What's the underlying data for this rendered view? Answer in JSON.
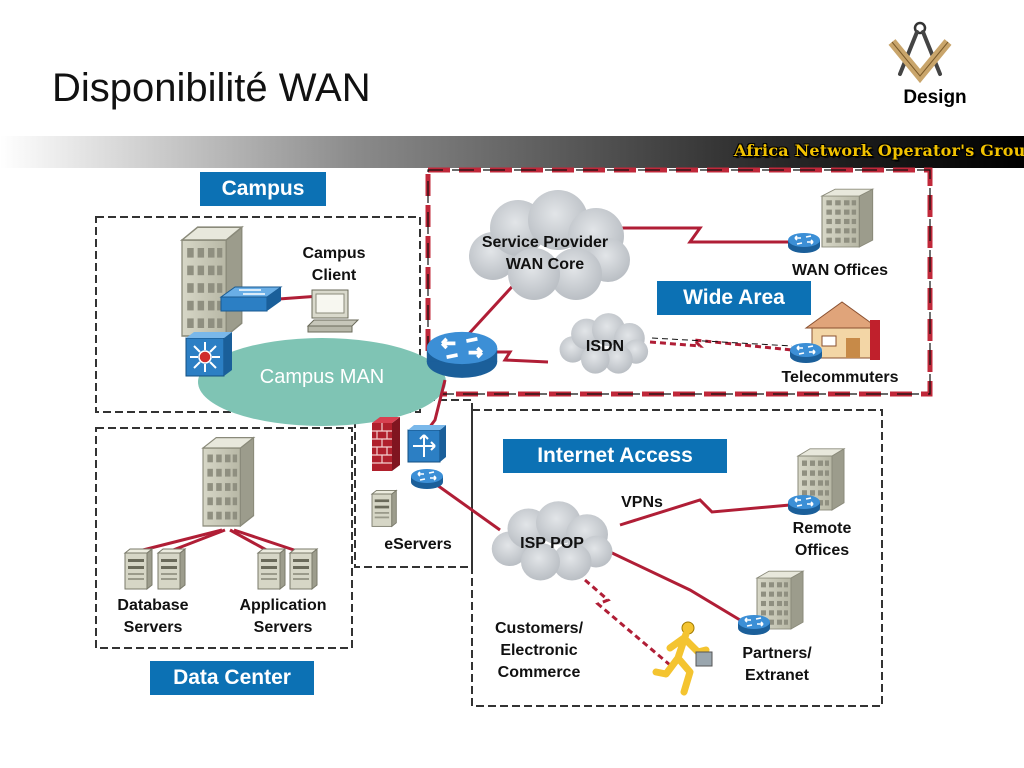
{
  "slide": {
    "title": "Disponibilité WAN",
    "logo_caption": "Design",
    "banner_text": "Africa Network Operator's Group"
  },
  "regions": {
    "campus": "Campus",
    "wide_area": "Wide Area",
    "internet_access": "Internet Access",
    "data_center": "Data Center"
  },
  "nodes": {
    "service_provider": "Service Provider\nWAN Core",
    "isdn": "ISDN",
    "isp_pop": "ISP POP",
    "campus_man": "Campus MAN",
    "campus_client": "Campus\nClient",
    "wan_offices": "WAN Offices",
    "telecommuters": "Telecommuters",
    "eservers": "eServers",
    "vpns": "VPNs",
    "remote_offices": "Remote\nOffices",
    "partners_extranet": "Partners/\nExtranet",
    "customers": "Customers/\nElectronic\nCommerce",
    "database_servers": "Database\nServers",
    "application_servers": "Application\nServers"
  },
  "colors": {
    "region_label_bg": "#0c71b4",
    "wan_border": "#c0283a",
    "link_red": "#b01e36",
    "cloud": "#c9cdd2",
    "man_ellipse": "#7fc4b4",
    "router": "#2c7fc4"
  },
  "icons": [
    "router-icon",
    "switch-icon",
    "building-icon",
    "house-icon",
    "firewall-icon",
    "server-icon",
    "workstation-icon",
    "walking-person-icon",
    "compass-square-logo-icon"
  ]
}
